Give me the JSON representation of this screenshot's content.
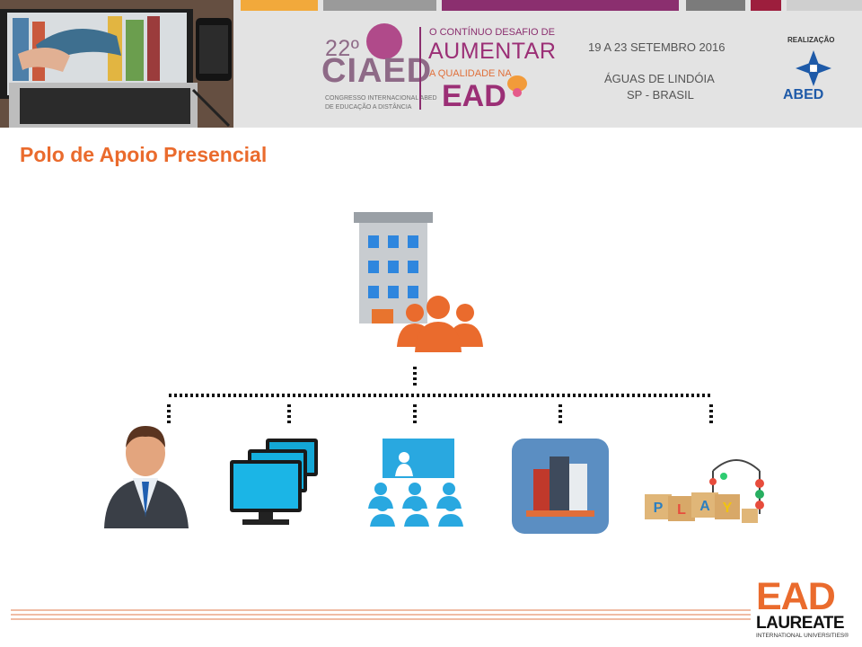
{
  "banner": {
    "edition": "22º",
    "event_acronym": "CIAED",
    "event_full_line1": "CONGRESSO INTERNACIONAL ABED",
    "event_full_line2": "DE EDUCAÇÃO A DISTÂNCIA",
    "theme_line1": "O CONTÍNUO DESAFIO DE",
    "theme_line2": "AUMENTAR",
    "theme_line3": "A QUALIDADE NA",
    "theme_line4": "EAD",
    "dates": "19 A 23 SETEMBRO 2016",
    "location_line1": "ÁGUAS DE LINDÓIA",
    "location_line2": "SP - BRASIL",
    "realization_label": "REALIZAÇÃO",
    "organizer": "ABED"
  },
  "slide": {
    "title": "Polo de Apoio Presencial"
  },
  "diagram": {
    "root": {
      "icon": "building-with-people-icon"
    },
    "children": [
      {
        "icon": "person-businessman-icon"
      },
      {
        "icon": "computer-monitors-icon"
      },
      {
        "icon": "classroom-presentation-icon"
      },
      {
        "icon": "library-books-icon"
      },
      {
        "icon": "play-blocks-abacus-icon",
        "text": "PLAY"
      }
    ]
  },
  "footer": {
    "brand_main": "EAD",
    "brand_sub": "LAUREATE",
    "brand_tag": "INTERNATIONAL UNIVERSITIES®"
  },
  "colors": {
    "accent_orange": "#ea6b2d",
    "ciaed_purple": "#9b2f76",
    "abed_blue": "#1e5aa8",
    "classroom_blue": "#29a8e0"
  }
}
